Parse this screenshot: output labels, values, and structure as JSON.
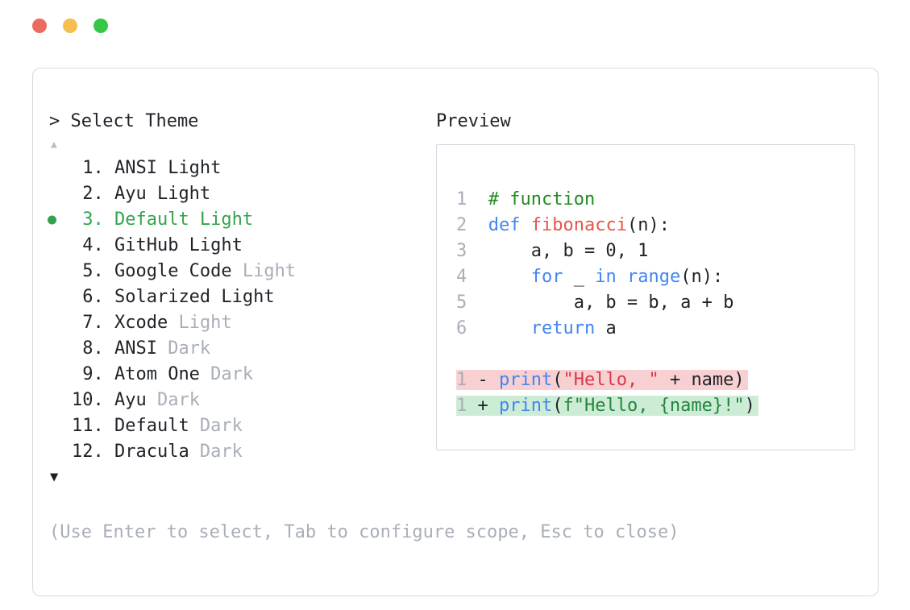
{
  "window": {
    "traffic_lights": [
      {
        "name": "close-button",
        "color": "#ed6a5e"
      },
      {
        "name": "minimize-button",
        "color": "#f4bf4f"
      },
      {
        "name": "zoom-button",
        "color": "#34c748"
      }
    ]
  },
  "theme_selector": {
    "prompt": "> Select Theme",
    "scroll_up_indicator": "▲",
    "scroll_down_indicator": "▼",
    "selected_number": "3.",
    "items": [
      {
        "number": "1.",
        "name": "ANSI Light",
        "muted": "",
        "selected": false
      },
      {
        "number": "2.",
        "name": "Ayu Light",
        "muted": "",
        "selected": false
      },
      {
        "number": "3.",
        "name": "Default Light",
        "muted": "",
        "selected": true
      },
      {
        "number": "4.",
        "name": "GitHub Light",
        "muted": "",
        "selected": false
      },
      {
        "number": "5.",
        "name": "Google Code",
        "muted": "Light",
        "selected": false
      },
      {
        "number": "6.",
        "name": "Solarized Light",
        "muted": "",
        "selected": false
      },
      {
        "number": "7.",
        "name": "Xcode",
        "muted": "Light",
        "selected": false
      },
      {
        "number": "8.",
        "name": "ANSI",
        "muted": "Dark",
        "selected": false
      },
      {
        "number": "9.",
        "name": "Atom One",
        "muted": "Dark",
        "selected": false
      },
      {
        "number": "10.",
        "name": "Ayu",
        "muted": "Dark",
        "selected": false
      },
      {
        "number": "11.",
        "name": "Default",
        "muted": "Dark",
        "selected": false
      },
      {
        "number": "12.",
        "name": "Dracula",
        "muted": "Dark",
        "selected": false
      }
    ],
    "hint": "(Use Enter to select, Tab to configure scope, Esc to close)"
  },
  "preview": {
    "label": "Preview",
    "code_lines": [
      {
        "num": "1",
        "tokens": [
          {
            "t": "  "
          },
          {
            "t": "# function",
            "c": "comment"
          }
        ]
      },
      {
        "num": "2",
        "tokens": [
          {
            "t": "  "
          },
          {
            "t": "def",
            "c": "keyword"
          },
          {
            "t": " "
          },
          {
            "t": "fibonacci",
            "c": "func"
          },
          {
            "t": "(n):"
          }
        ]
      },
      {
        "num": "3",
        "tokens": [
          {
            "t": "      a, b = 0, 1"
          }
        ]
      },
      {
        "num": "4",
        "tokens": [
          {
            "t": "      "
          },
          {
            "t": "for",
            "c": "keyword"
          },
          {
            "t": " _ "
          },
          {
            "t": "in",
            "c": "keyword"
          },
          {
            "t": " "
          },
          {
            "t": "range",
            "c": "keyword"
          },
          {
            "t": "(n):"
          }
        ]
      },
      {
        "num": "5",
        "tokens": [
          {
            "t": "          a, b = b, a + b"
          }
        ]
      },
      {
        "num": "6",
        "tokens": [
          {
            "t": "      "
          },
          {
            "t": "return",
            "c": "keyword"
          },
          {
            "t": " a"
          }
        ]
      },
      {
        "blank": true
      },
      {
        "num": "1",
        "highlight": "removed",
        "tokens": [
          {
            "t": " - "
          },
          {
            "t": "print",
            "c": "keyword"
          },
          {
            "t": "("
          },
          {
            "t": "\"Hello, \"",
            "c": "string-removed"
          },
          {
            "t": " + name)"
          }
        ]
      },
      {
        "num": "1",
        "highlight": "added",
        "tokens": [
          {
            "t": " + "
          },
          {
            "t": "print",
            "c": "keyword"
          },
          {
            "t": "("
          },
          {
            "t": "f\"Hello, {name}!\"",
            "c": "string-added"
          },
          {
            "t": ")"
          }
        ]
      }
    ]
  },
  "colors": {
    "selected_green": "#34a34f",
    "muted_gray": "#a9aeb8",
    "text": "#1f2328",
    "border": "#d6d8df",
    "keyword_blue": "#4285f4",
    "function_red": "#e45649",
    "comment_green": "#228b22",
    "string_red": "#d73a49",
    "string_green": "#22863a",
    "diff_removed_bg": "#f9d0d2",
    "diff_added_bg": "#cdecd6"
  }
}
